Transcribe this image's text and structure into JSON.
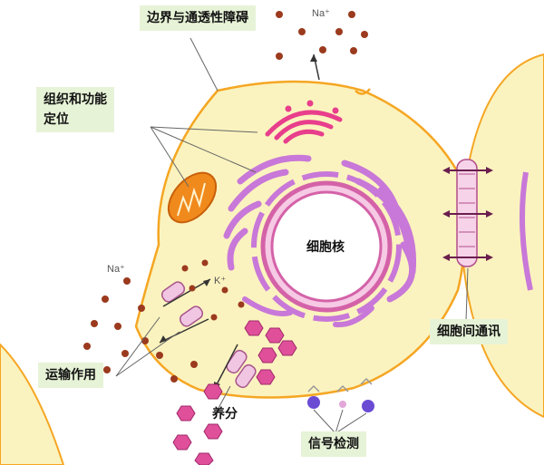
{
  "labels": {
    "boundary": "边界与通透性障碍",
    "organization": "组织和功能\n定位",
    "nucleus": "细胞核",
    "communication": "细胞间通讯",
    "transport": "运输作用",
    "nutrition": "养分",
    "signal": "信号检测"
  },
  "ions": {
    "na_top": "Na⁺",
    "na_left": "Na⁺",
    "k": "K⁺"
  },
  "colors": {
    "cytoplasm": "#fbf3bf",
    "membrane": "#f5a623",
    "er": "#c878d8",
    "golgi": "#e83e8c",
    "nutrient": "#e0509a",
    "ion_dot": "#9b3a1e",
    "label_bg": "#e7f3d7"
  }
}
